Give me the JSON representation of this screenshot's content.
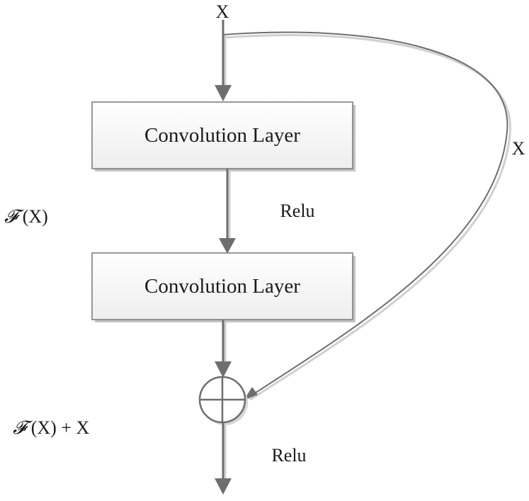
{
  "input_label": "X",
  "skip_label": "X",
  "layer1": {
    "label": "Convolution Layer"
  },
  "layer2": {
    "label": "Convolution Layer"
  },
  "relu1_label": "Relu",
  "relu2_label": "Relu",
  "fx_symbol": "𝓕",
  "fx_rest": " (X)",
  "fxx_symbol": "𝓕",
  "fxx_rest": " (X) + X",
  "colors": {
    "stroke": "#6e6e6e",
    "box_fill": "#f7f7f7",
    "box_shadow": "#bdbdbd",
    "text": "#1a1a1a"
  }
}
